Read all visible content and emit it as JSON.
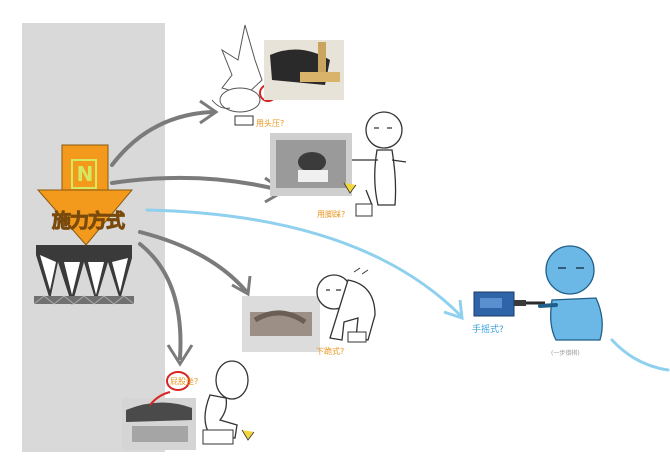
{
  "center": {
    "title": "施力方式",
    "badge": "N"
  },
  "options": [
    {
      "label": "用头压?"
    },
    {
      "label": "用脚踩?"
    },
    {
      "label": "下跪式?"
    },
    {
      "label": "屁股坐?"
    },
    {
      "label": "手摇式?",
      "note": "(一步错棋)"
    }
  ],
  "colors": {
    "orange": "#f39a1c",
    "arrow_grey": "#7b7b7b",
    "arrow_blue": "#8fd0ef",
    "figure_blue": "#6bb8e6",
    "panel": "#d9d9d9"
  }
}
